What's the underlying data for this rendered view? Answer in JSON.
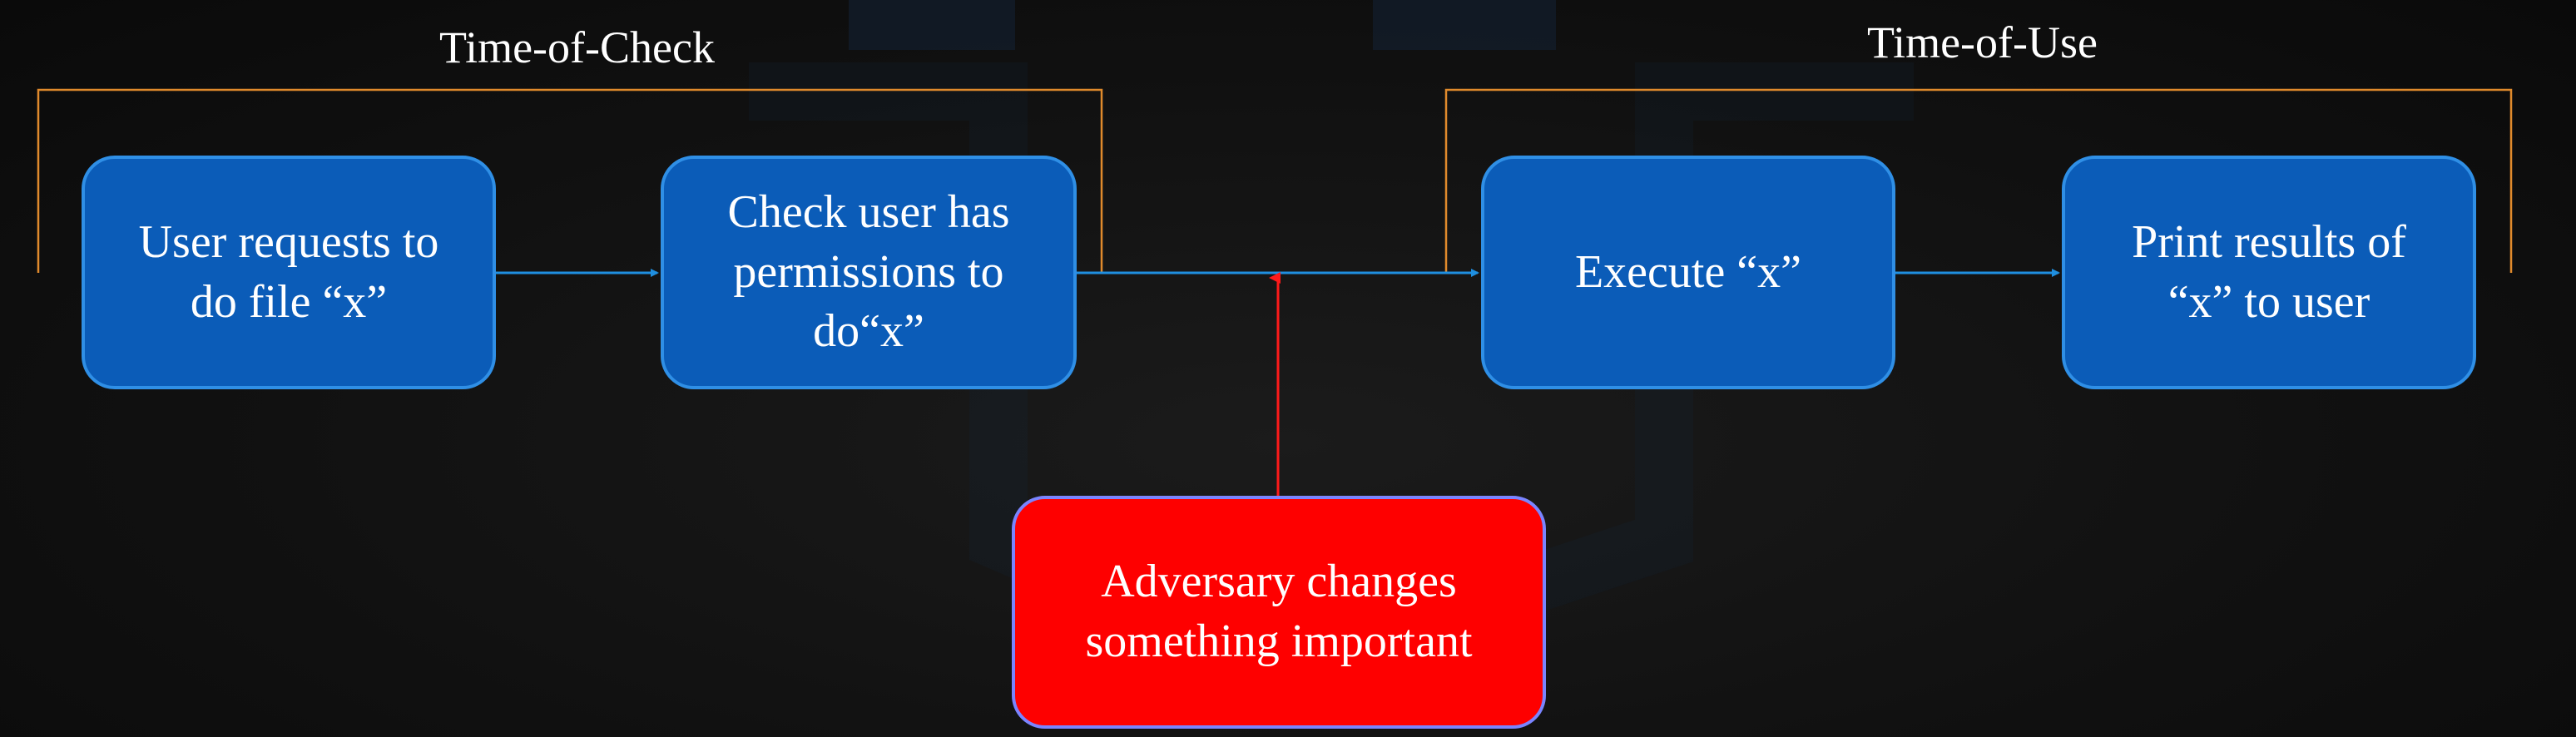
{
  "brackets": {
    "time_of_check": "Time-of-Check",
    "time_of_use": "Time-of-Use"
  },
  "boxes": {
    "user_request": "User requests to\ndo file “x”",
    "check_permissions": "Check user has\npermissions to\ndo“x”",
    "execute": "Execute “x”",
    "print_results": "Print results of\n“x” to user",
    "adversary": "Adversary changes\nsomething important"
  },
  "colors": {
    "box_fill": "#0b5cb8",
    "box_border": "#2f8fe6",
    "adversary_fill": "#fe0000",
    "adversary_border": "#7a84ff",
    "connector": "#1f8fe0",
    "adversary_arrow": "#ff1a1a",
    "bracket_line": "#e08a2c",
    "background": "#111111"
  }
}
